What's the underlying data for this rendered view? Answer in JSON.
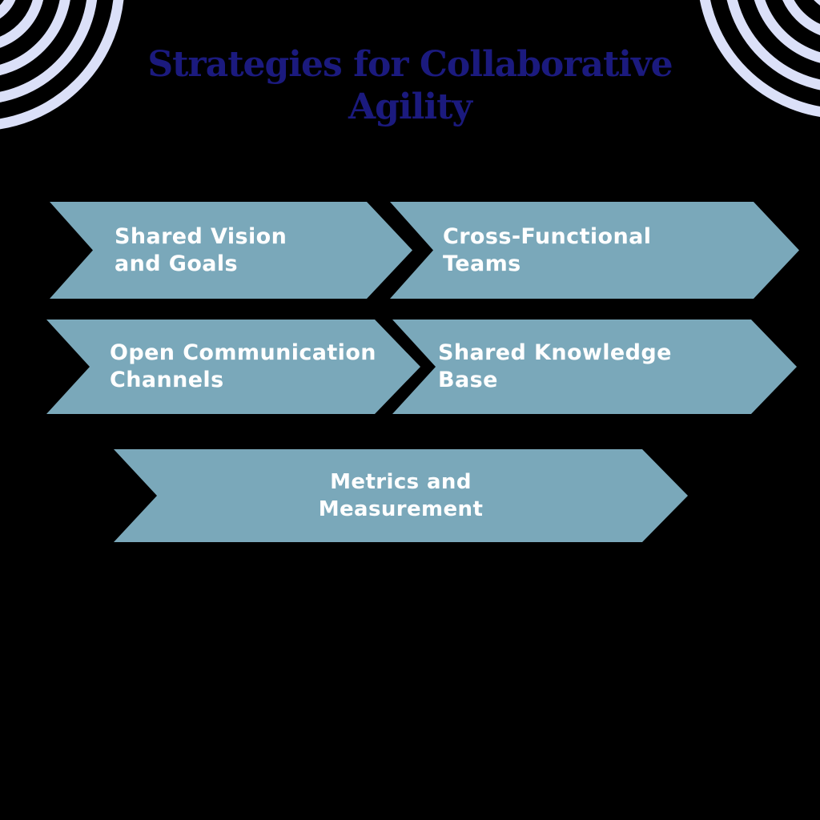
{
  "title": "Strategies for Collaborative\nAgility",
  "colors": {
    "background": "#000000",
    "arrow_fill": "#7aa8ba",
    "arrow_text": "#ffffff",
    "title_text": "#1b1a7e",
    "decoration_rings": "#dbe0f8"
  },
  "decorations": {
    "top_left": "ripple-arcs-icon",
    "top_right": "ripple-arcs-icon"
  },
  "arrows": [
    {
      "label": "Shared Vision\nand Goals"
    },
    {
      "label": "Cross-Functional\nTeams"
    },
    {
      "label": "Open Communication\nChannels"
    },
    {
      "label": "Shared Knowledge\nBase"
    },
    {
      "label": "Metrics and\nMeasurement"
    }
  ]
}
